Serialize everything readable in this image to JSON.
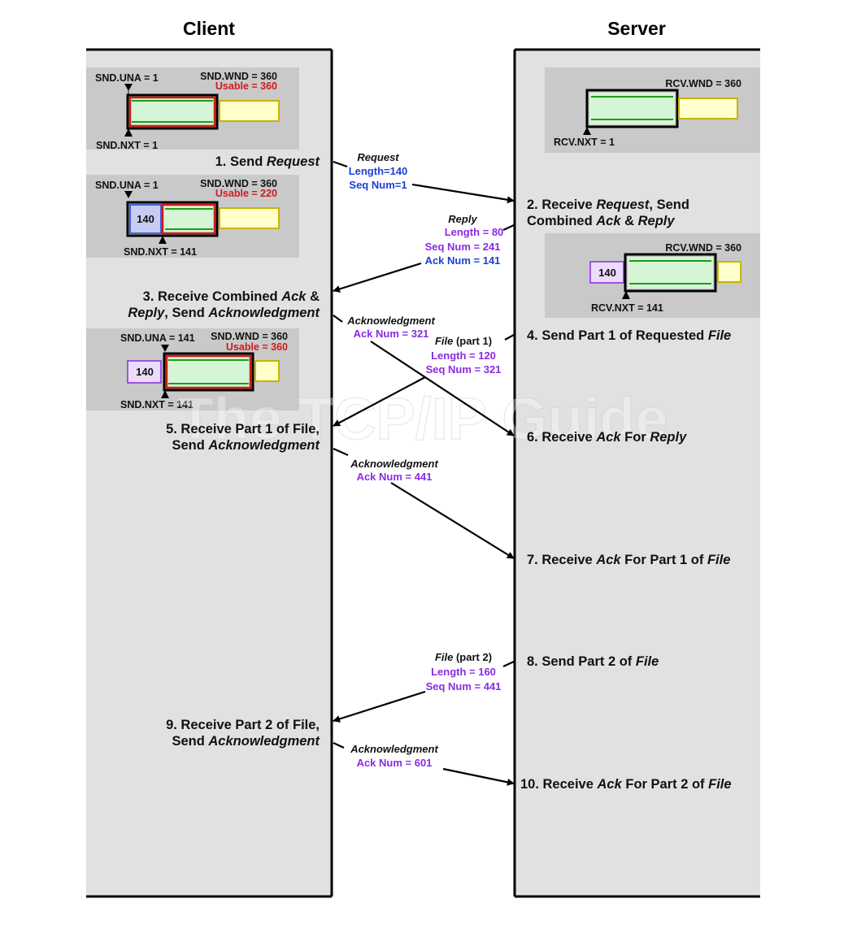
{
  "columns": {
    "client": "Client",
    "server": "Server"
  },
  "watermark": "The TCP/IP Guide",
  "client_windows": [
    {
      "una": "SND.UNA = 1",
      "wnd": "SND.WND = 360",
      "usable": "Usable = 360",
      "nxt": "SND.NXT = 1"
    },
    {
      "una": "SND.UNA = 1",
      "wnd": "SND.WND = 360",
      "usable": "Usable = 220",
      "nxt": "SND.NXT = 141",
      "seg": "140"
    },
    {
      "una": "SND.UNA = 141",
      "wnd": "SND.WND = 360",
      "usable": "Usable = 360",
      "nxt": "SND.NXT = 141",
      "seg": "140"
    }
  ],
  "server_windows": [
    {
      "wnd": "RCV.WND = 360",
      "nxt": "RCV.NXT = 1"
    },
    {
      "wnd": "RCV.WND = 360",
      "nxt": "RCV.NXT = 141",
      "seg": "140"
    }
  ],
  "steps": {
    "s1": {
      "a": "1. Send ",
      "b": "Request"
    },
    "s2": {
      "l1a": "2. Receive ",
      "l1b": "Request",
      "l1c": ", Send",
      "l2a": "Combined ",
      "l2b": "Ack",
      "l2c": " & ",
      "l2d": "Reply"
    },
    "s3": {
      "l1a": "3. Receive Combined ",
      "l1b": "Ack",
      "l1c": " &",
      "l2a": "Reply",
      "l2b": ", Send ",
      "l2c": "Acknowledgment"
    },
    "s4": {
      "a": "4. Send Part 1 of Requested ",
      "b": "File"
    },
    "s5": {
      "l1": "5. Receive Part 1 of File,",
      "l2a": "Send ",
      "l2b": "Acknowledgment"
    },
    "s6": {
      "a": "6. Receive ",
      "b": "Ack",
      "c": " For ",
      "d": "Reply"
    },
    "s7": {
      "a": "7. Receive ",
      "b": "Ack",
      "c": " For Part 1 of ",
      "d": "File"
    },
    "s8": {
      "a": "8. Send Part 2 of ",
      "b": "File"
    },
    "s9": {
      "l1": "9. Receive Part 2 of File,",
      "l2a": "Send ",
      "l2b": "Acknowledgment"
    },
    "s10": {
      "a": "10. Receive ",
      "b": "Ack",
      "c": " For Part 2 of ",
      "d": "File"
    }
  },
  "messages": {
    "request": {
      "title": "Request",
      "len": "Length=140",
      "seq": "Seq Num=1"
    },
    "reply": {
      "title": "Reply",
      "len": "Length = 80",
      "seq": "Seq Num = 241",
      "ack": "Ack Num = 141"
    },
    "ack1": {
      "title": "Acknowledgment",
      "ack": "Ack Num = 321"
    },
    "file1": {
      "title_a": "File",
      "title_b": " (part 1)",
      "len": "Length = 120",
      "seq": "Seq Num = 321"
    },
    "ack2": {
      "title": "Acknowledgment",
      "ack": "Ack Num = 441"
    },
    "file2": {
      "title_a": "File",
      "title_b": " (part 2)",
      "len": "Length = 160",
      "seq": "Seq Num = 441"
    },
    "ack3": {
      "title": "Acknowledgment",
      "ack": "Ack Num = 601"
    }
  },
  "colors": {
    "column_bg": "#e1e1e1",
    "window_panel": "#c9c9c9",
    "green_fill": "#d6f5d6",
    "green_line": "#17a017",
    "yellow_fill": "#ffffcc",
    "yellow_border": "#c8b400",
    "red": "#d11a1a",
    "blue": "#1b3fd6",
    "purple": "#8a2be2",
    "blue_seg_fill": "#c6ccf4",
    "purple_seg_fill": "#eadcfa"
  }
}
